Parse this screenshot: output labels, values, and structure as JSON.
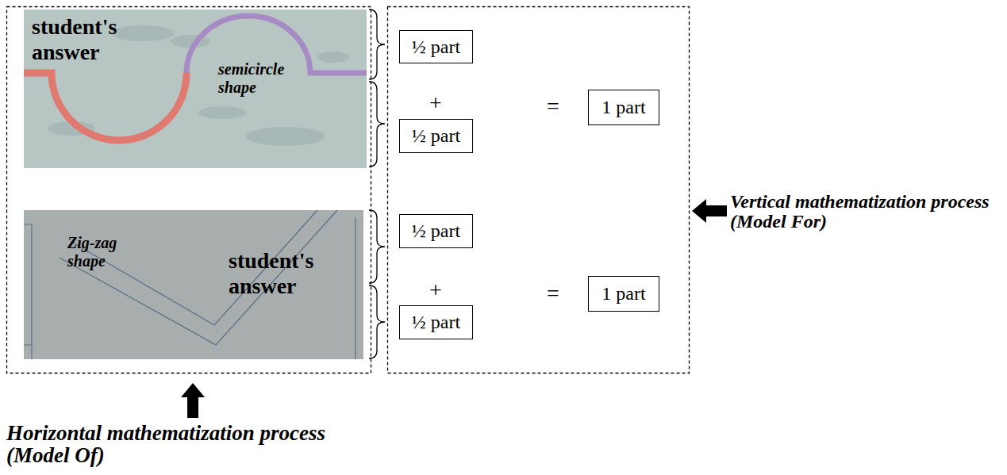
{
  "diagram": {
    "nodes": [
      {
        "text": [
          "student's answer",
          "semicircle shape"
        ]
      },
      {
        "text": [
          "½ part"
        ]
      },
      {
        "text": [
          "½ part"
        ]
      },
      {
        "text": [
          "1 part"
        ]
      },
      {
        "text": [
          "Zig-zag shape",
          "student's answer"
        ]
      },
      {
        "text": [
          "½ part"
        ]
      },
      {
        "text": [
          "½ part"
        ]
      },
      {
        "text": [
          "1 part"
        ]
      }
    ],
    "labels": [
      "+",
      "=",
      "+",
      "=",
      "Vertical mathematization process (Model For)",
      "Horizontal mathematization process (Model Of)"
    ]
  }
}
